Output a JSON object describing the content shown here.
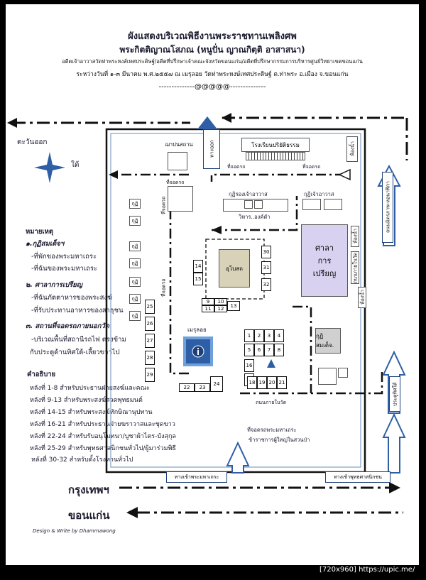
{
  "header": {
    "title": "ผังแสดงบริเวณพิธีงานพระราชทานเพลิงศพ",
    "subtitle": "พระกิตติญาณโสภณ  (หนูปั่น ญาณกิตฺติ อาสาสนา)",
    "line3": "อดีตเจ้าอาวาสวัดท่าพระหงส์เทศประดิษฐ์/อดีตที่ปรึกษาเจ้าคณะจังหวัดขอนแก่น/อดีตที่ปรึกษากรรมการบริหารศูนย์วิทยาเขตขอนแก่น",
    "line4": "ระหว่างวันที่ ๑-๓ มีนาคม พ.ศ.๒๕๕๗ ณ เมรุลอย วัดท่าพระหงษ์เทศประดิษฐ์ ต.ท่าพระ อ.เมือง จ.ขอนแก่น",
    "separator": "--------------@@@@@--------------"
  },
  "compass": {
    "east": "ตะวันออก",
    "south": "ใต้"
  },
  "legend": {
    "heading": "หมายเหตุ",
    "items": [
      {
        "title": "๑.กุฏิสมเด็จฯ",
        "lines": [
          "-ที่พักของพระมหาเถระ",
          "-ที่ฉันของพระมหาเถระ"
        ]
      },
      {
        "title": "๒. ศาลาการเปรียญ",
        "lines": [
          "-ที่ฉันภัตตาหารของพระสงฆ์",
          "-ที่รับประทานอาหารของสาธุชน"
        ]
      },
      {
        "title": "๓. สถานที่จอดรถภายนอกวัด",
        "lines": [
          "-บริเวณพื้นที่สถานีรถไฟ ตรงข้าม",
          "กับประตูด้านทิศใต้-เลี้ยวขวาไป"
        ]
      }
    ]
  },
  "explanation": {
    "heading": "คำอธิบาย",
    "lines": [
      "หลังที่ 1-8 สำหรับประธานฝ่ายสงฆ์และคณะ",
      "หลังที่ 9-13 สำหรับพระสงฆ์สวดพุทธมนต์",
      "หลังที่ 14-15 สำหรับพระสงฆ์ทักษิณานุปทาน",
      "หลังที่ 16-21 สำหรับประธานฝ่ายฆราวาสและชุดขาว",
      "หลังที่ 22-24 สำหรับรับอนุโมทนา/บูชาผ้าไตร-บังสุกุล",
      "หลังที่ 25-29 สำหรับพุทธศาสนิกชนทั่วไป/ผู้มาร่วมพิธี",
      "หลังที่ 30-32 สำหรับตั้งโรงทานทั่วไป"
    ]
  },
  "map": {
    "exit_gate": "ทางออก",
    "chapel": "ฌาปนสถาน",
    "school": "โรงเรียนปริยัติธรรม",
    "kitchen": "ห้องน้ำ",
    "parking_top1": "ที่จอดรถ",
    "parking_top2": "ที่จอดรถ",
    "parking_left": "ที่จอดรถ",
    "parking_mid_left": "ที่จอดรถ",
    "parking_vert": "ที่จอดรถ",
    "kuti_deputy": "กุฏิรองเจ้าอาวาส",
    "kuti_abbot": "กุฏิเจ้าอาวาส",
    "vihara": "วิหาร..องค์ดำ",
    "ubosot": "อุโบสถ",
    "sala": [
      "ศาลา",
      "การ",
      "เปรียญ"
    ],
    "meru": "เมรุลอย",
    "kuti_somdet": "กุฏิสมเด็จ.",
    "kuti_label": "กุฏิ",
    "right_road": "ถนนมิตรภาพ-หอนาฬิกา",
    "right_inner": "ถนนภายในวัด",
    "right_lab1": "ห้องน้ำ",
    "right_lab2": "ห้องน้ำ",
    "right_gate": "ประตูทิศใต้",
    "inner_road": "ถนนภายในวัด",
    "parking_monks": "ที่จอดรถพระมหาเถระ",
    "parking_officials": "ข้าราชการผู้ใหญ่ในสวนป่า",
    "entry_monks": "ทางเข้าพระมหาเถระ",
    "entry_laity": "ทางเข้าพุทธศาสนิกชน",
    "road_bkk": "กรุงเทพฯ",
    "road_kk": "ขอนแก่น",
    "pavilions": [
      "1",
      "2",
      "3",
      "4",
      "5",
      "6",
      "7",
      "8",
      "9",
      "10",
      "11",
      "12",
      "13",
      "14",
      "15",
      "16",
      "17",
      "18",
      "19",
      "20",
      "21",
      "22",
      "23",
      "24",
      "25",
      "26",
      "27",
      "28",
      "29",
      "30",
      "31",
      "32"
    ]
  },
  "credit": "Design & Write by Dhammawong",
  "watermark": "[720x960] https://upic.me/"
}
